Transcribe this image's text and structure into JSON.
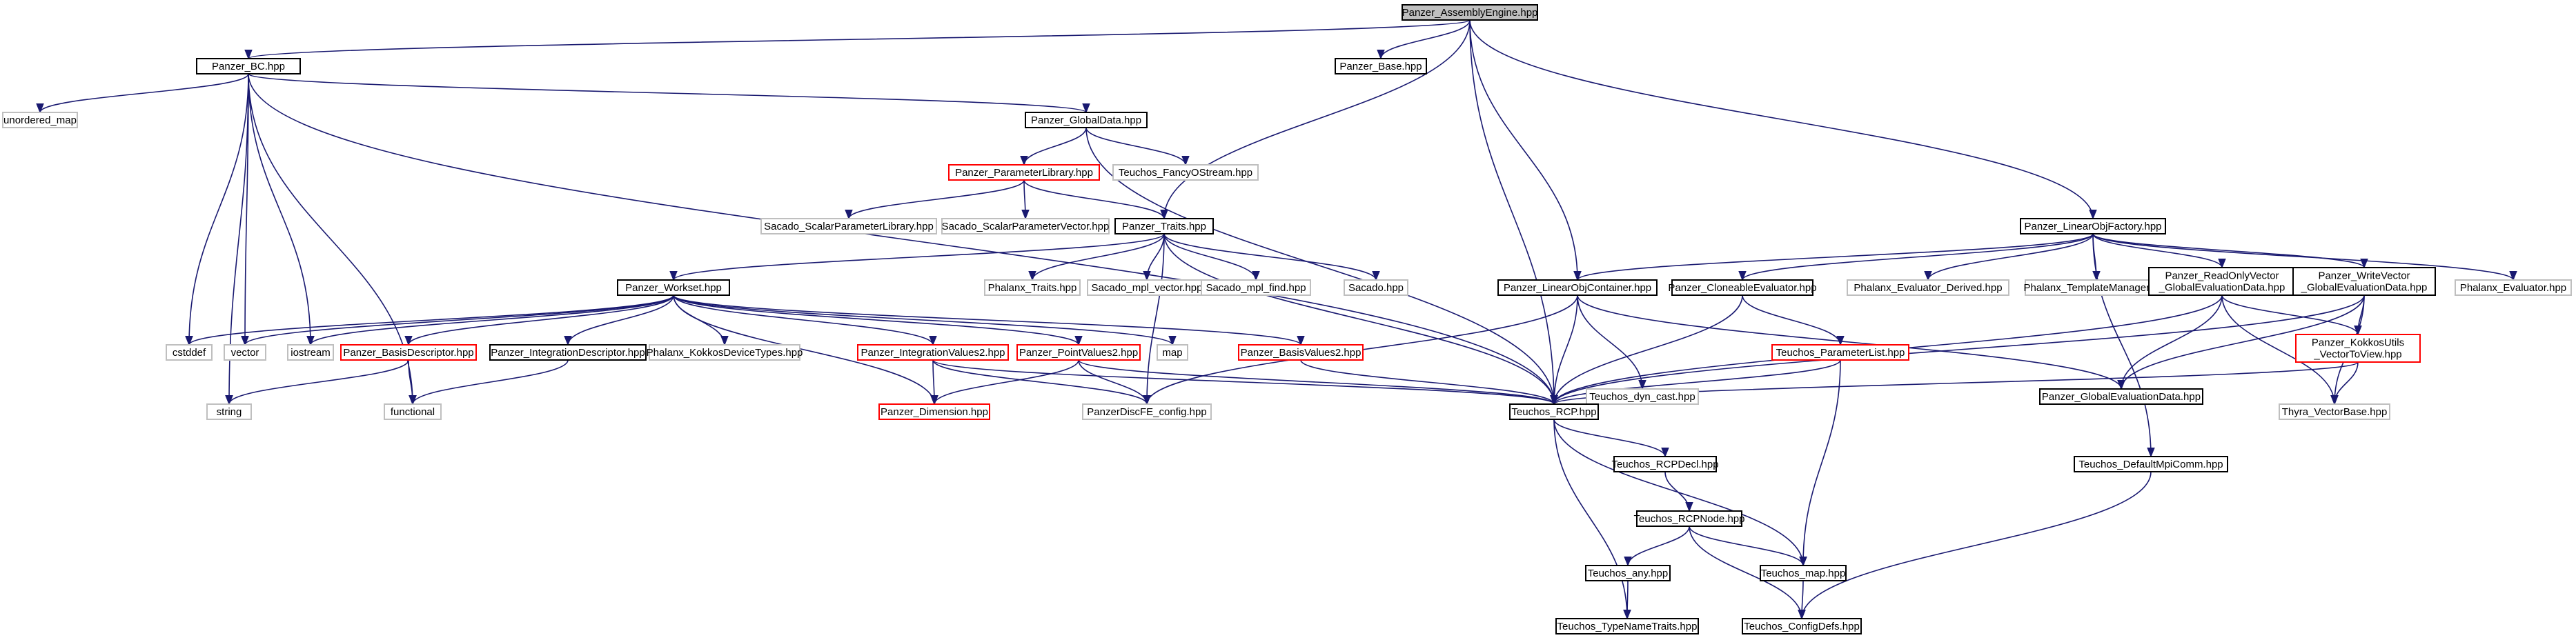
{
  "graph_type": "include dependency graph",
  "colors": {
    "edge": "#191970",
    "node_border_black": "#000000",
    "node_border_red": "#ff0000",
    "node_border_gray": "#bfbfbf",
    "root_fill": "#bfbfbf"
  },
  "nodes": [
    {
      "id": "n_root",
      "label": "Panzer_AssemblyEngine.hpp",
      "style": "root"
    },
    {
      "id": "n_bc",
      "label": "Panzer_BC.hpp",
      "style": "black"
    },
    {
      "id": "n_base",
      "label": "Panzer_Base.hpp",
      "style": "black"
    },
    {
      "id": "n_unordered_map",
      "label": "unordered_map",
      "style": "gray"
    },
    {
      "id": "n_globaldata",
      "label": "Panzer_GlobalData.hpp",
      "style": "black"
    },
    {
      "id": "n_paramlib",
      "label": "Panzer_ParameterLibrary.hpp",
      "style": "red"
    },
    {
      "id": "n_fancyostream",
      "label": "Teuchos_FancyOStream.hpp",
      "style": "gray"
    },
    {
      "id": "n_sacado_spl",
      "label": "Sacado_ScalarParameterLibrary.hpp",
      "style": "gray"
    },
    {
      "id": "n_sacado_spv",
      "label": "Sacado_ScalarParameterVector.hpp",
      "style": "gray"
    },
    {
      "id": "n_traits",
      "label": "Panzer_Traits.hpp",
      "style": "black"
    },
    {
      "id": "n_linearobjfactory",
      "label": "Panzer_LinearObjFactory.hpp",
      "style": "black"
    },
    {
      "id": "n_workset",
      "label": "Panzer_Workset.hpp",
      "style": "black"
    },
    {
      "id": "n_phalanx_traits",
      "label": "Phalanx_Traits.hpp",
      "style": "gray"
    },
    {
      "id": "n_sacado_mpl_vector",
      "label": "Sacado_mpl_vector.hpp",
      "style": "gray"
    },
    {
      "id": "n_sacado_mpl_find",
      "label": "Sacado_mpl_find.hpp",
      "style": "gray"
    },
    {
      "id": "n_sacado",
      "label": "Sacado.hpp",
      "style": "gray"
    },
    {
      "id": "n_linearobjcontainer",
      "label": "Panzer_LinearObjContainer.hpp",
      "style": "black"
    },
    {
      "id": "n_cloneable",
      "label": "Panzer_CloneableEvaluator.hpp",
      "style": "black"
    },
    {
      "id": "n_phx_eval_derived",
      "label": "Phalanx_Evaluator_Derived.hpp",
      "style": "gray"
    },
    {
      "id": "n_phx_template_mgr",
      "label": "Phalanx_TemplateManager.hpp",
      "style": "gray"
    },
    {
      "id": "n_readonly",
      "label": [
        "Panzer_ReadOnlyVector",
        "_GlobalEvaluationData.hpp"
      ],
      "style": "black"
    },
    {
      "id": "n_writevector",
      "label": [
        "Panzer_WriteVector",
        "_GlobalEvaluationData.hpp"
      ],
      "style": "black"
    },
    {
      "id": "n_phx_evaluator",
      "label": "Phalanx_Evaluator.hpp",
      "style": "gray"
    },
    {
      "id": "n_cstddef",
      "label": "cstddef",
      "style": "gray"
    },
    {
      "id": "n_vector",
      "label": "vector",
      "style": "gray"
    },
    {
      "id": "n_iostream",
      "label": "iostream",
      "style": "gray"
    },
    {
      "id": "n_basisdescriptor",
      "label": "Panzer_BasisDescriptor.hpp",
      "style": "red"
    },
    {
      "id": "n_integrationdescriptor",
      "label": "Panzer_IntegrationDescriptor.hpp",
      "style": "black"
    },
    {
      "id": "n_phx_kokkos_device",
      "label": "Phalanx_KokkosDeviceTypes.hpp",
      "style": "gray"
    },
    {
      "id": "n_integrationvalues2",
      "label": "Panzer_IntegrationValues2.hpp",
      "style": "red"
    },
    {
      "id": "n_pointvalues2",
      "label": "Panzer_PointValues2.hpp",
      "style": "red"
    },
    {
      "id": "n_map",
      "label": "map",
      "style": "gray"
    },
    {
      "id": "n_basisvalues2",
      "label": "Panzer_BasisValues2.hpp",
      "style": "red"
    },
    {
      "id": "n_dyn_cast",
      "label": "Teuchos_dyn_cast.hpp",
      "style": "gray"
    },
    {
      "id": "n_paramlist",
      "label": "Teuchos_ParameterList.hpp",
      "style": "red"
    },
    {
      "id": "n_globalevaldata",
      "label": "Panzer_GlobalEvaluationData.hpp",
      "style": "black"
    },
    {
      "id": "n_kokkosutils",
      "label": [
        "Panzer_KokkosUtils",
        "_VectorToView.hpp"
      ],
      "style": "red"
    },
    {
      "id": "n_string",
      "label": "string",
      "style": "gray"
    },
    {
      "id": "n_functional",
      "label": "functional",
      "style": "gray"
    },
    {
      "id": "n_dimension",
      "label": "Panzer_Dimension.hpp",
      "style": "red"
    },
    {
      "id": "n_discfe_config",
      "label": "PanzerDiscFE_config.hpp",
      "style": "gray"
    },
    {
      "id": "n_rcp",
      "label": "Teuchos_RCP.hpp",
      "style": "black"
    },
    {
      "id": "n_thyra_vectorbase",
      "label": "Thyra_VectorBase.hpp",
      "style": "gray"
    },
    {
      "id": "n_rcpdecl",
      "label": "Teuchos_RCPDecl.hpp",
      "style": "black"
    },
    {
      "id": "n_defaultmpicomm",
      "label": "Teuchos_DefaultMpiComm.hpp",
      "style": "black"
    },
    {
      "id": "n_rcpnode",
      "label": "Teuchos_RCPNode.hpp",
      "style": "black"
    },
    {
      "id": "n_any",
      "label": "Teuchos_any.hpp",
      "style": "black"
    },
    {
      "id": "n_teuchos_map",
      "label": "Teuchos_map.hpp",
      "style": "black"
    },
    {
      "id": "n_typenametraits",
      "label": "Teuchos_TypeNameTraits.hpp",
      "style": "black"
    },
    {
      "id": "n_configdefs",
      "label": "Teuchos_ConfigDefs.hpp",
      "style": "black"
    }
  ],
  "edges": [
    [
      "n_root",
      "n_bc"
    ],
    [
      "n_root",
      "n_base"
    ],
    [
      "n_root",
      "n_traits"
    ],
    [
      "n_root",
      "n_linearobjfactory"
    ],
    [
      "n_root",
      "n_linearobjcontainer"
    ],
    [
      "n_root",
      "n_rcp"
    ],
    [
      "n_bc",
      "n_unordered_map"
    ],
    [
      "n_bc",
      "n_globaldata"
    ],
    [
      "n_bc",
      "n_string"
    ],
    [
      "n_bc",
      "n_cstddef"
    ],
    [
      "n_bc",
      "n_vector"
    ],
    [
      "n_bc",
      "n_iostream"
    ],
    [
      "n_bc",
      "n_functional"
    ],
    [
      "n_bc",
      "n_rcp"
    ],
    [
      "n_globaldata",
      "n_paramlib"
    ],
    [
      "n_globaldata",
      "n_fancyostream"
    ],
    [
      "n_globaldata",
      "n_rcp"
    ],
    [
      "n_paramlib",
      "n_sacado_spl"
    ],
    [
      "n_paramlib",
      "n_sacado_spv"
    ],
    [
      "n_paramlib",
      "n_traits"
    ],
    [
      "n_traits",
      "n_workset"
    ],
    [
      "n_traits",
      "n_phalanx_traits"
    ],
    [
      "n_traits",
      "n_sacado_mpl_vector"
    ],
    [
      "n_traits",
      "n_sacado_mpl_find"
    ],
    [
      "n_traits",
      "n_sacado"
    ],
    [
      "n_traits",
      "n_discfe_config"
    ],
    [
      "n_traits",
      "n_rcp"
    ],
    [
      "n_workset",
      "n_cstddef"
    ],
    [
      "n_workset",
      "n_vector"
    ],
    [
      "n_workset",
      "n_iostream"
    ],
    [
      "n_workset",
      "n_basisdescriptor"
    ],
    [
      "n_workset",
      "n_integrationdescriptor"
    ],
    [
      "n_workset",
      "n_phx_kokkos_device"
    ],
    [
      "n_workset",
      "n_integrationvalues2"
    ],
    [
      "n_workset",
      "n_pointvalues2"
    ],
    [
      "n_workset",
      "n_map"
    ],
    [
      "n_workset",
      "n_basisvalues2"
    ],
    [
      "n_workset",
      "n_dimension"
    ],
    [
      "n_basisdescriptor",
      "n_string"
    ],
    [
      "n_basisdescriptor",
      "n_functional"
    ],
    [
      "n_integrationdescriptor",
      "n_functional"
    ],
    [
      "n_integrationvalues2",
      "n_dimension"
    ],
    [
      "n_integrationvalues2",
      "n_discfe_config"
    ],
    [
      "n_integrationvalues2",
      "n_rcp"
    ],
    [
      "n_pointvalues2",
      "n_dimension"
    ],
    [
      "n_pointvalues2",
      "n_discfe_config"
    ],
    [
      "n_pointvalues2",
      "n_rcp"
    ],
    [
      "n_basisvalues2",
      "n_rcp"
    ],
    [
      "n_linearobjfactory",
      "n_linearobjcontainer"
    ],
    [
      "n_linearobjfactory",
      "n_cloneable"
    ],
    [
      "n_linearobjfactory",
      "n_phx_eval_derived"
    ],
    [
      "n_linearobjfactory",
      "n_phx_template_mgr"
    ],
    [
      "n_linearobjfactory",
      "n_readonly"
    ],
    [
      "n_linearobjfactory",
      "n_writevector"
    ],
    [
      "n_linearobjfactory",
      "n_phx_evaluator"
    ],
    [
      "n_linearobjfactory",
      "n_defaultmpicomm"
    ],
    [
      "n_linearobjcontainer",
      "n_dyn_cast"
    ],
    [
      "n_linearobjcontainer",
      "n_rcp"
    ],
    [
      "n_linearobjcontainer",
      "n_globalevaldata"
    ],
    [
      "n_linearobjcontainer",
      "n_discfe_config"
    ],
    [
      "n_cloneable",
      "n_paramlist"
    ],
    [
      "n_cloneable",
      "n_rcp"
    ],
    [
      "n_paramlist",
      "n_rcp"
    ],
    [
      "n_paramlist",
      "n_teuchos_map"
    ],
    [
      "n_readonly",
      "n_globalevaldata"
    ],
    [
      "n_readonly",
      "n_kokkosutils"
    ],
    [
      "n_readonly",
      "n_rcp"
    ],
    [
      "n_readonly",
      "n_thyra_vectorbase"
    ],
    [
      "n_writevector",
      "n_globalevaldata"
    ],
    [
      "n_writevector",
      "n_kokkosutils"
    ],
    [
      "n_writevector",
      "n_rcp"
    ],
    [
      "n_writevector",
      "n_thyra_vectorbase"
    ],
    [
      "n_kokkosutils",
      "n_rcp"
    ],
    [
      "n_kokkosutils",
      "n_thyra_vectorbase"
    ],
    [
      "n_rcp",
      "n_rcpdecl"
    ],
    [
      "n_rcp",
      "n_teuchos_map"
    ],
    [
      "n_rcp",
      "n_typenametraits"
    ],
    [
      "n_rcpdecl",
      "n_rcpnode"
    ],
    [
      "n_rcpnode",
      "n_any"
    ],
    [
      "n_rcpnode",
      "n_teuchos_map"
    ],
    [
      "n_rcpnode",
      "n_configdefs"
    ],
    [
      "n_any",
      "n_typenametraits"
    ],
    [
      "n_teuchos_map",
      "n_configdefs"
    ],
    [
      "n_defaultmpicomm",
      "n_configdefs"
    ]
  ]
}
